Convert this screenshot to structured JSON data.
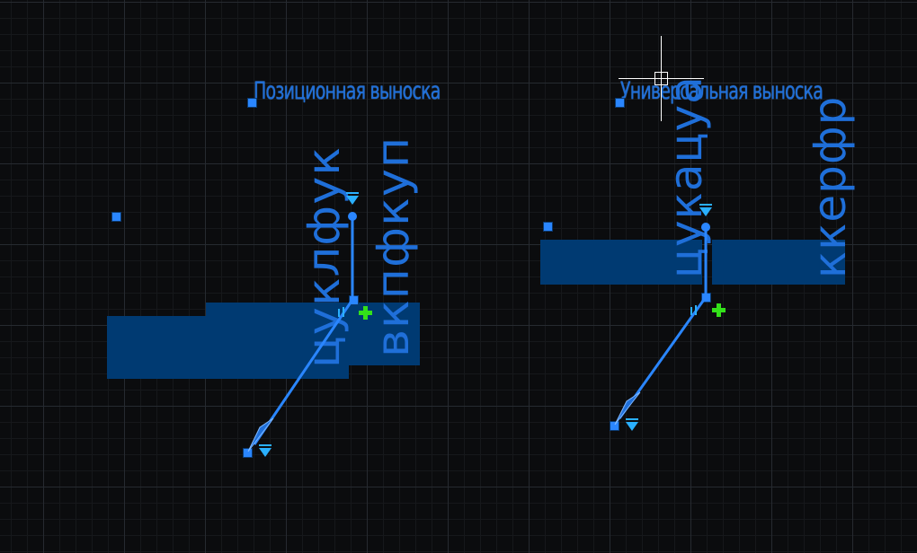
{
  "drawing": {
    "left_leader": {
      "title": "Позиционная выноска",
      "label_1": "цуклфук",
      "label_2": "вкпфкуп"
    },
    "right_leader": {
      "title": "Универсальная выноска",
      "label_1": "цукацуа",
      "label_2": "ккерфр"
    }
  },
  "colors": {
    "background": "#0b0c0e",
    "leader_blue": "#1f6fd9",
    "selection_fill": "#003a72",
    "grip_blue": "#2a86ff",
    "add_grip_green": "#33e01a",
    "cursor_white": "#ffffff"
  },
  "icons": [
    "crosshair-cursor-icon",
    "arrowhead-icon",
    "grip-square-icon",
    "add-vertex-icon",
    "direction-triangle-icon"
  ]
}
